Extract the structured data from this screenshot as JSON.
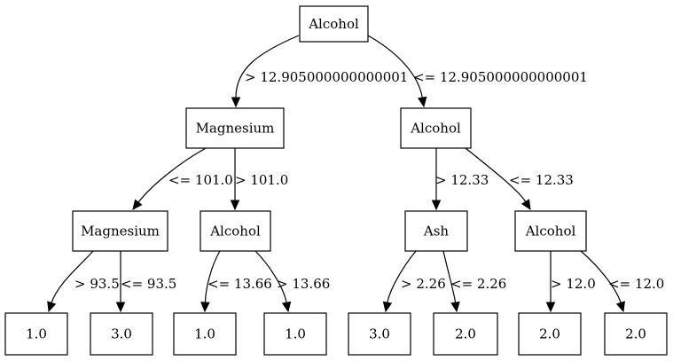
{
  "tree": {
    "nodes": [
      {
        "id": "n0",
        "label": "Alcohol"
      },
      {
        "id": "n1",
        "label": "Magnesium"
      },
      {
        "id": "n2",
        "label": "Alcohol"
      },
      {
        "id": "n3",
        "label": "Magnesium"
      },
      {
        "id": "n4",
        "label": "Alcohol"
      },
      {
        "id": "n5",
        "label": "Ash"
      },
      {
        "id": "n6",
        "label": "Alcohol"
      },
      {
        "id": "n7",
        "label": "1.0"
      },
      {
        "id": "n8",
        "label": "3.0"
      },
      {
        "id": "n9",
        "label": "1.0"
      },
      {
        "id": "n10",
        "label": "1.0"
      },
      {
        "id": "n11",
        "label": "3.0"
      },
      {
        "id": "n12",
        "label": "2.0"
      },
      {
        "id": "n13",
        "label": "2.0"
      },
      {
        "id": "n14",
        "label": "2.0"
      }
    ],
    "edges": [
      {
        "from": "n0",
        "to": "n1",
        "label": "> 12.905000000000001"
      },
      {
        "from": "n0",
        "to": "n2",
        "label": "<= 12.905000000000001"
      },
      {
        "from": "n1",
        "to": "n3",
        "label": "<= 101.0"
      },
      {
        "from": "n1",
        "to": "n4",
        "label": "> 101.0"
      },
      {
        "from": "n2",
        "to": "n5",
        "label": "> 12.33"
      },
      {
        "from": "n2",
        "to": "n6",
        "label": "<= 12.33"
      },
      {
        "from": "n3",
        "to": "n7",
        "label": "> 93.5"
      },
      {
        "from": "n3",
        "to": "n8",
        "label": "<= 93.5"
      },
      {
        "from": "n4",
        "to": "n9",
        "label": "<= 13.66"
      },
      {
        "from": "n4",
        "to": "n10",
        "label": "> 13.66"
      },
      {
        "from": "n5",
        "to": "n11",
        "label": "> 2.26"
      },
      {
        "from": "n5",
        "to": "n12",
        "label": "<= 2.26"
      },
      {
        "from": "n6",
        "to": "n13",
        "label": "> 12.0"
      },
      {
        "from": "n6",
        "to": "n14",
        "label": "<= 12.0"
      }
    ]
  }
}
